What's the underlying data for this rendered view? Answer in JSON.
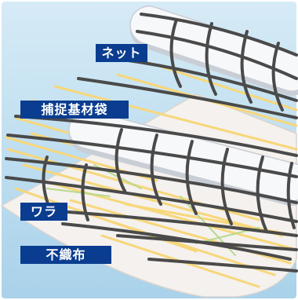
{
  "labels": {
    "net": "ネット",
    "bag": "捕捉基材袋",
    "straw": "ワラ",
    "cloth": "不織布"
  },
  "colors": {
    "sky_top": "#d6ebf6",
    "sky_bottom": "#a9d2ea",
    "cloth": "#f4f1ee",
    "cloth_edge": "#d9d4cf",
    "straw": "#f7d77a",
    "grass": "#b7d98a",
    "bag": "#f7f8fa",
    "bag_shade": "#c9ced6",
    "net": "#4a4a4a",
    "label_bg": "#0a3d8f",
    "label_text": "#ffffff"
  }
}
